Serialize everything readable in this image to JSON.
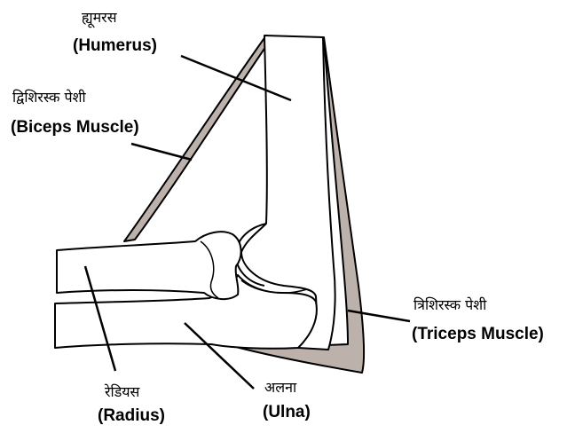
{
  "labels": {
    "humerus": {
      "hindi": "ह्यूमरस",
      "english": "(Humerus)"
    },
    "biceps": {
      "hindi": "द्विशिरस्क पेशी",
      "english": "(Biceps Muscle)"
    },
    "triceps": {
      "hindi": "त्रिशिरस्क पेशी",
      "english": "(Triceps Muscle)"
    },
    "radius": {
      "hindi": "रेडियस",
      "english": "(Radius)"
    },
    "ulna": {
      "hindi": "अलना",
      "english": "(Ulna)"
    }
  },
  "colors": {
    "muscle_fill": "#bdb1ab",
    "outline": "#000000",
    "bone_fill": "#ffffff"
  }
}
